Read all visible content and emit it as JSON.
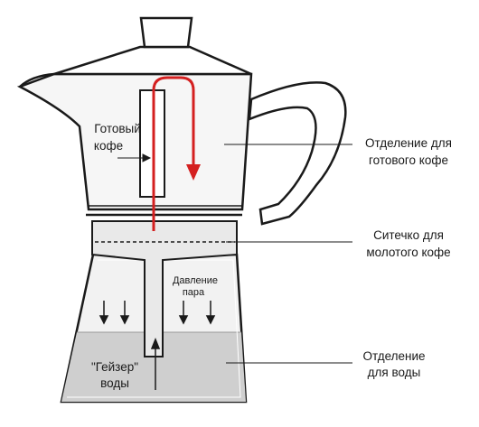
{
  "labels": {
    "ready_coffee_left": [
      "Готовый",
      "кофе"
    ],
    "pressure": [
      "Давление",
      "пара"
    ],
    "geyser": [
      "\"Гейзер\"",
      "воды"
    ],
    "coffee_chamber": [
      "Отделение для",
      "готового кофе"
    ],
    "filter_basket": [
      "Ситечко  для",
      "молотого кофе"
    ],
    "water_chamber": [
      "Отделение",
      "для воды"
    ]
  },
  "colors": {
    "flow_path": "#d42020",
    "water": "#cfcfcf",
    "outline": "#1a1a1a"
  }
}
